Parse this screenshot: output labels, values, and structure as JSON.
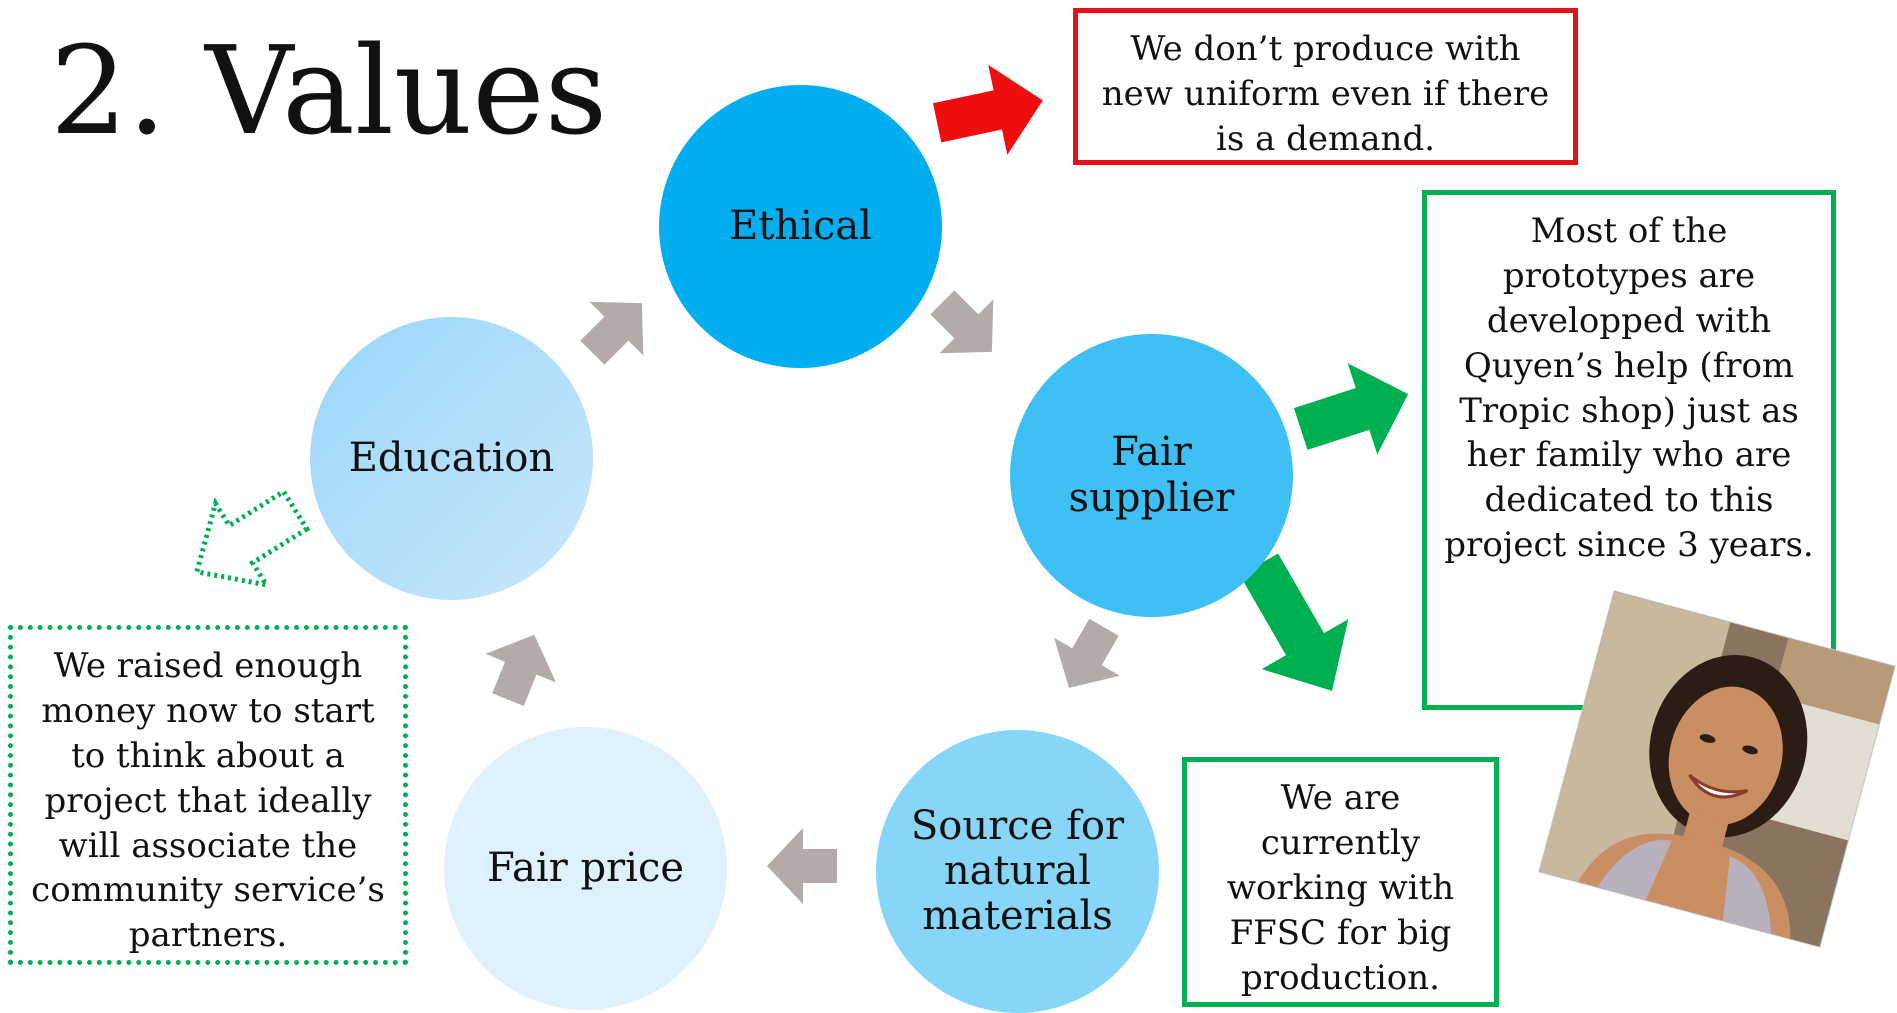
{
  "title": "2. Values",
  "cycle": {
    "ethical": "Ethical",
    "fair_supplier": "Fair\nsupplier",
    "source": "Source for\nnatural\nmaterials",
    "fair_price": "Fair price",
    "education": "Education"
  },
  "notes": {
    "ethical_note": "We don’t produce with\nnew uniform even if there\nis a demand.",
    "supplier_note": "Most of the\nprototypes are\ndevelopped with\nQuyen’s help (from\nTropic shop) just as\nher family who are\ndedicated to this\nproject since 3 years.",
    "ffsc_note": "We are\ncurrently\nworking with\nFFSC for big\nproduction.",
    "education_note": "We raised enough\nmoney now to start\nto think about a\nproject that ideally\nwill associate  the\ncommunity service’s\npartners."
  },
  "colors": {
    "ethical": "#03aef0",
    "fair_supplier": "#3fc0f4",
    "source": "#88d6f7",
    "fair_price": "#def1fc",
    "education": "#b5dffb",
    "cycle_arrow": "#b3aba9",
    "red_arrow": "#ef0d0d",
    "green_arrow": "#00b050"
  }
}
